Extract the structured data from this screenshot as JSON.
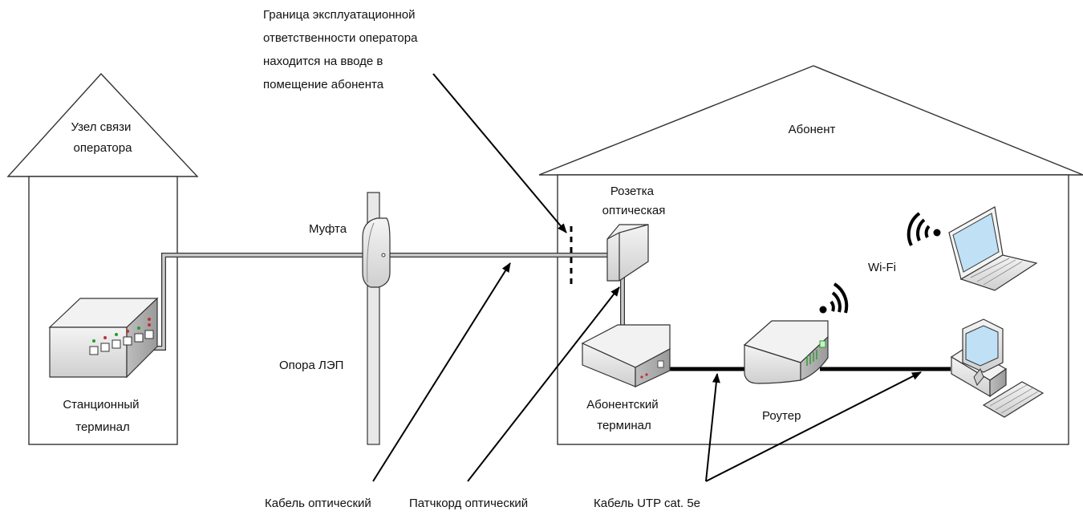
{
  "labels": {
    "operator_node": [
      "Узел связи",
      "оператора"
    ],
    "subscriber": "Абонент",
    "boundary_note": [
      "Граница эксплуатационной",
      "ответственности оператора",
      "находится на вводе в",
      "помещение абонента"
    ],
    "coupling": "Муфта",
    "power_pole": "Опора ЛЭП",
    "optical_socket": [
      "Розетка",
      "оптическая"
    ],
    "station_terminal": [
      "Станционный",
      "терминал"
    ],
    "subscriber_terminal": [
      "Абонентский",
      "терминал"
    ],
    "router": "Роутер",
    "wifi": "Wi-Fi",
    "optical_cable": "Кабель оптический",
    "optical_patchcord": "Патчкорд оптический",
    "utp_cable": "Кабель UTP cat. 5e"
  },
  "icons": [
    "station-terminal-icon",
    "coupling-icon",
    "optical-socket-icon",
    "subscriber-terminal-icon",
    "router-icon",
    "laptop-icon",
    "desktop-computer-icon",
    "wifi-icon"
  ],
  "colors": {
    "fiber": "#c8c8c8",
    "utp": "#000000",
    "outline": "#333333"
  }
}
